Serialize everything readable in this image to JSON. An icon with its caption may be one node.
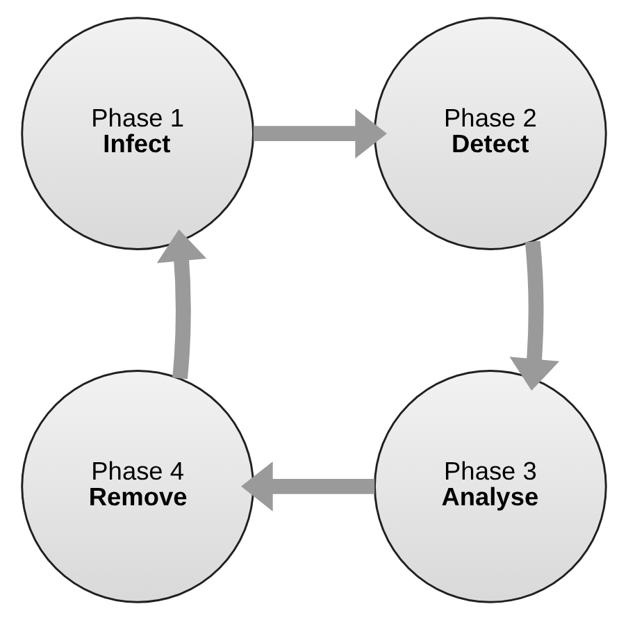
{
  "diagram": {
    "nodes": [
      {
        "text": [
          "Phase 1",
          "Infect"
        ]
      },
      {
        "text": [
          "Phase 2",
          "Detect"
        ]
      },
      {
        "text": [
          "Phase 3",
          "Analyse"
        ]
      },
      {
        "text": [
          "Phase 4",
          "Remove"
        ]
      }
    ],
    "edges": [
      {
        "from": 0,
        "to": 1,
        "arrow": "to"
      },
      {
        "from": 1,
        "to": 2,
        "arrow": "to"
      },
      {
        "from": 2,
        "to": 3,
        "arrow": "to"
      },
      {
        "from": 3,
        "to": 0,
        "arrow": "to"
      }
    ]
  }
}
